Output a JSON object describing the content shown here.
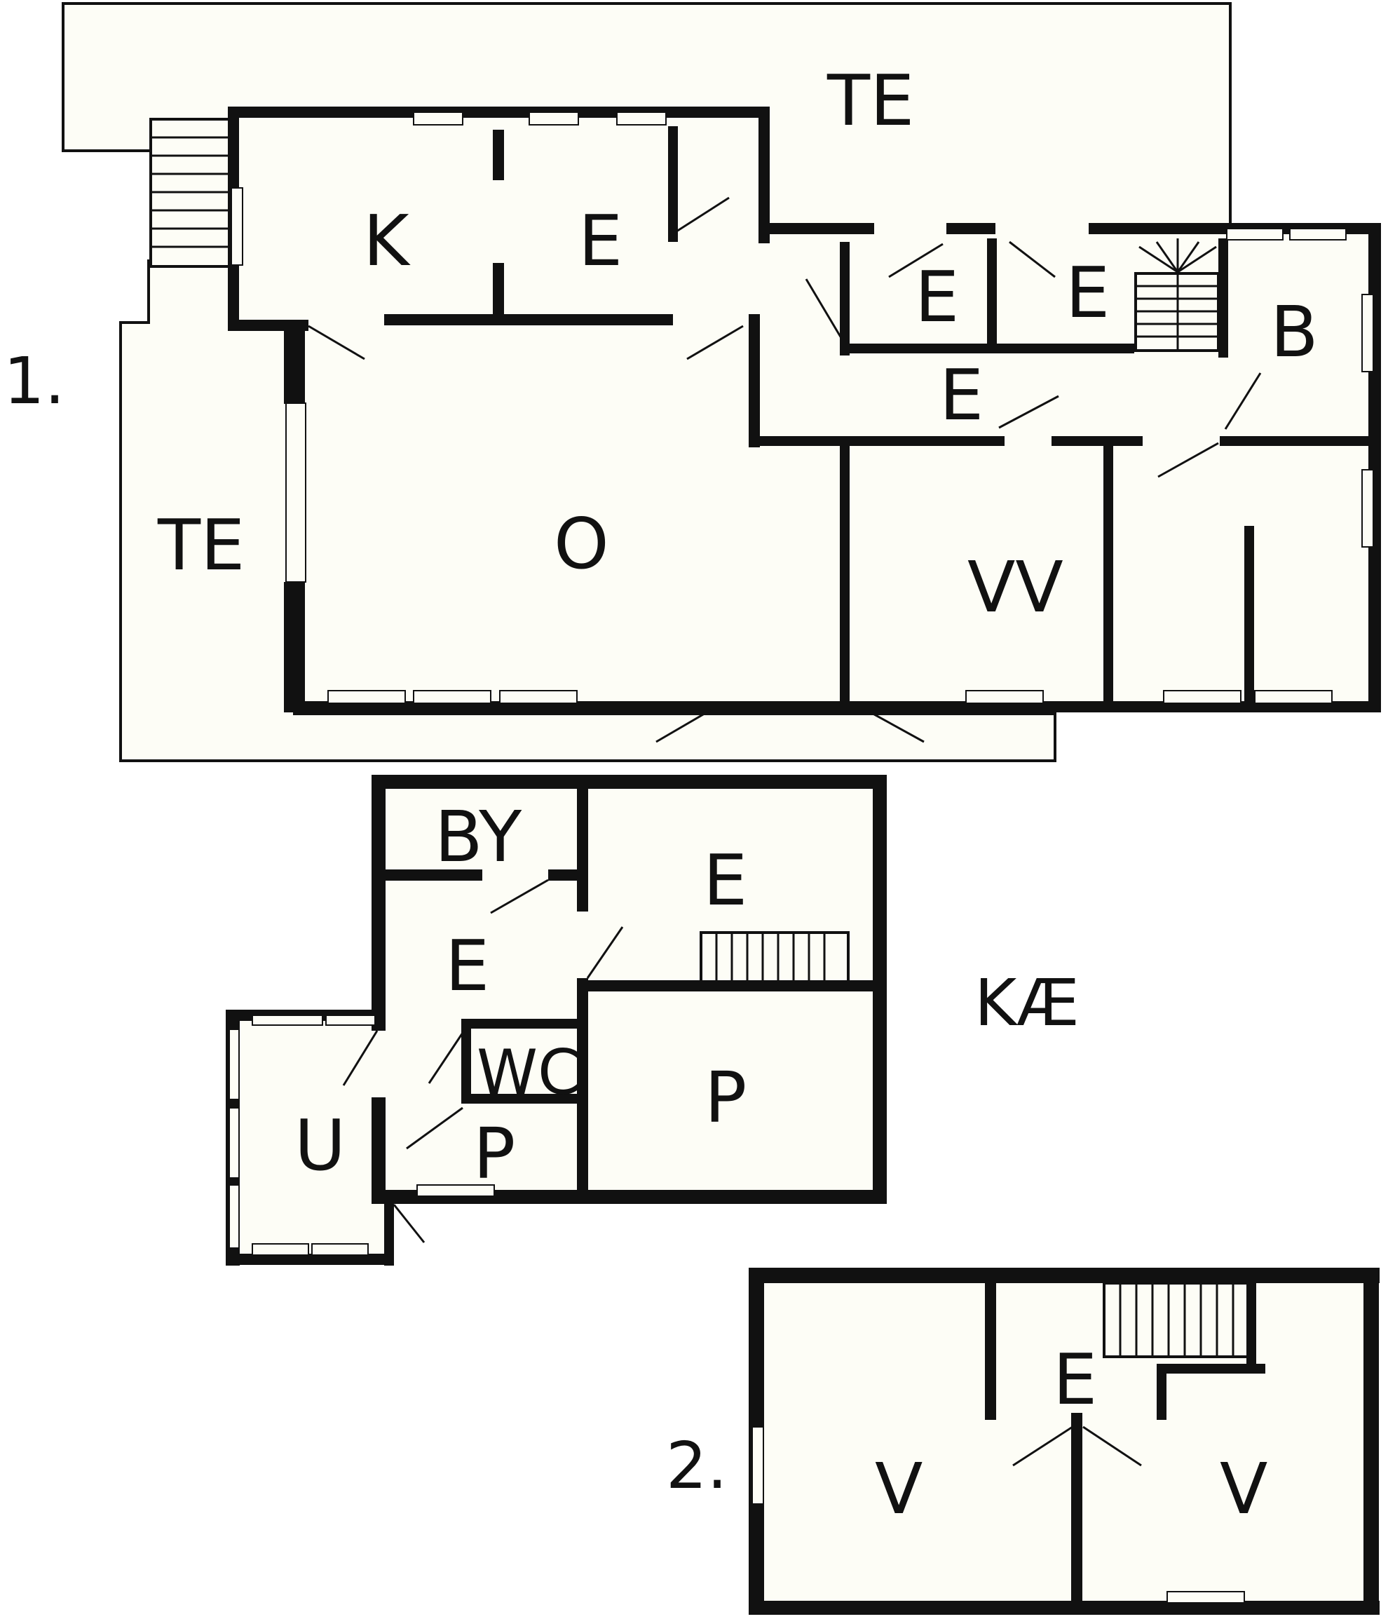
{
  "floors": [
    {
      "label": "1.",
      "rooms": {
        "terrace_top": "TE",
        "terrace_left": "TE",
        "kitchen": "K",
        "hall_top": "E",
        "hall_small_1": "E",
        "hall_small_2": "E",
        "hall_corridor": "E",
        "bath": "B",
        "living": "O",
        "guest": "VV"
      }
    },
    {
      "label": "KÆ",
      "rooms": {
        "storage_by": "BY",
        "hall_left": "E",
        "hall_right": "E",
        "wc": "WC",
        "p_small": "P",
        "p_large": "P",
        "u": "U"
      }
    },
    {
      "label": "2.",
      "rooms": {
        "hall": "E",
        "v_left": "V",
        "v_right": "V"
      }
    }
  ],
  "colors": {
    "wall": "#111111",
    "floor": "#fdfdf6"
  }
}
